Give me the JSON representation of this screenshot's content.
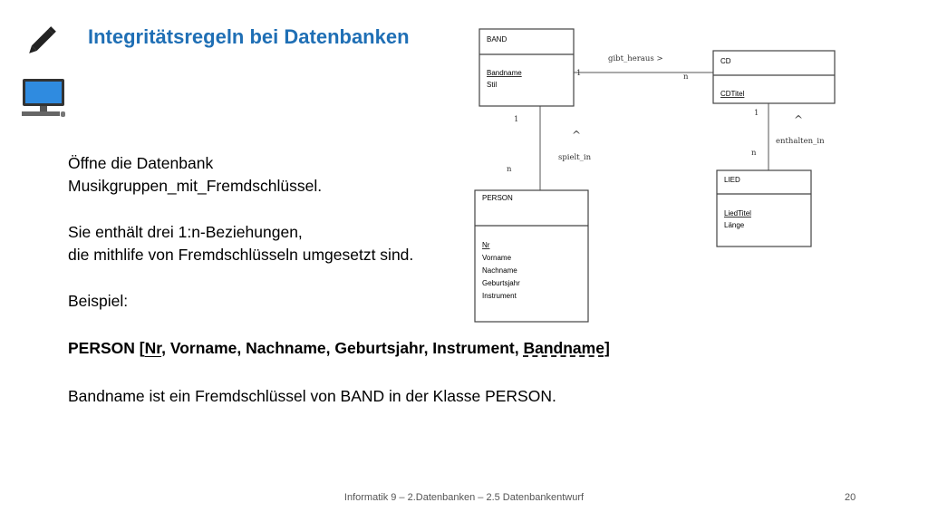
{
  "slide": {
    "title": "Integritätsregeln bei Datenbanken",
    "paragraph1_line1": "Öffne die Datenbank",
    "paragraph1_line2": "Musikgruppen_mit_Fremdschlüssel.",
    "paragraph2_line1": "Sie enthält drei 1:n-Beziehungen,",
    "paragraph2_line2": "die mithlife von Fremdschlüsseln umgesetzt sind.",
    "example_label": "Beispiel:",
    "example_prefix": "PERSON [",
    "example_pk": "Nr",
    "example_middle": ", Vorname, Nachname, Geburtsjahr, Instrument, ",
    "example_fk": "Bandname",
    "example_suffix": "]",
    "conclusion": "Bandname ist ein Fremdschlüssel von BAND in der Klasse PERSON."
  },
  "footer": {
    "text": "Informatik 9 – 2.Datenbanken – 2.5 Datenbankentwurf",
    "page": "20"
  },
  "diagram": {
    "band": {
      "name": "BAND",
      "attr1": "Bandname",
      "attr2": "Stil"
    },
    "cd": {
      "name": "CD",
      "attr1": "CDTitel"
    },
    "person": {
      "name": "PERSON",
      "attr1": "Nr",
      "attr2": "Vorname",
      "attr3": "Nachname",
      "attr4": "Geburtsjahr",
      "attr5": "Instrument"
    },
    "lied": {
      "name": "LIED",
      "attr1": "LiedTitel",
      "attr2": "Länge"
    },
    "rel_band_cd": {
      "label": "gibt_heraus >",
      "card_band": "1",
      "card_cd": "n"
    },
    "rel_band_person": {
      "label": "spielt_in",
      "arrow": "^",
      "card_band": "1",
      "card_person": "n"
    },
    "rel_cd_lied": {
      "label": "enthalten_in",
      "arrow": "^",
      "card_cd": "1",
      "card_lied": "n"
    }
  },
  "icons": [
    "pencil-icon",
    "computer-icon"
  ]
}
